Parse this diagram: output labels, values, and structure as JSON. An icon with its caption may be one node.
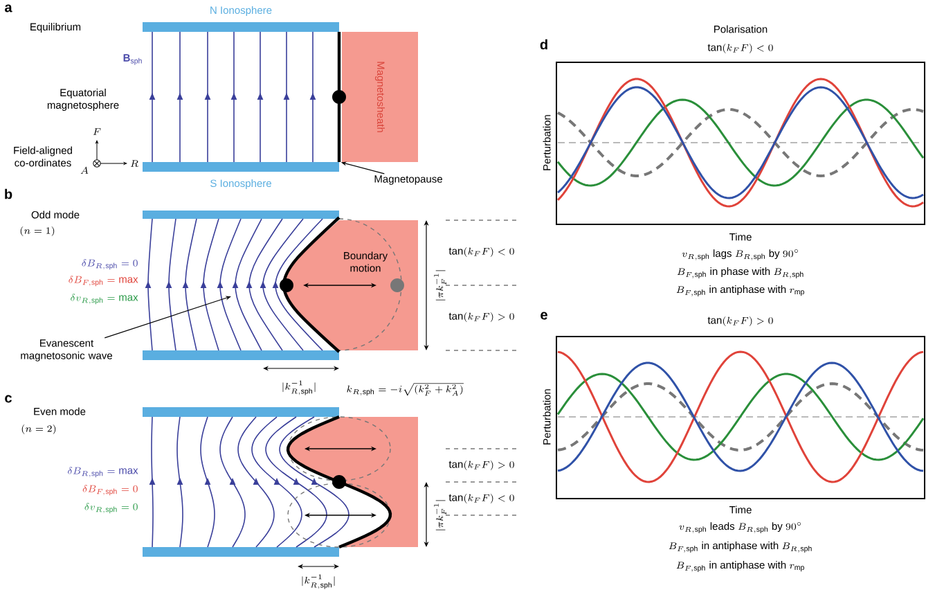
{
  "diagram": {
    "nodes": [
      {
        "text": [
          "N Ionosphere"
        ]
      },
      {
        "text": [
          "S Ionosphere"
        ]
      },
      {
        "text": [
          "Magnetosheath"
        ]
      },
      {
        "text": [
          "Magnetopause"
        ]
      },
      {
        "text": [],
        "shape": "bar"
      },
      {
        "text": [],
        "shape": "bar"
      },
      {
        "text": [
          "Boundary motion"
        ]
      },
      {
        "text": [
          "Evanescent magnetosonic wave"
        ]
      },
      {
        "text": [],
        "shape": "bar"
      },
      {
        "text": [],
        "shape": "bar"
      },
      {
        "text": [],
        "shape": "box"
      },
      {
        "text": [],
        "shape": "bar"
      }
    ],
    "edges": [
      {
        "from": 3,
        "to": 11,
        "arrow": "to"
      },
      {
        "from": 7,
        "to": null,
        "arrow": "to"
      }
    ],
    "labels": [
      "a",
      "Equilibrium",
      "\\mathbf{B}_{\\mathrm{sph}}",
      "Equatorial magnetosphere",
      "F",
      "A",
      "R",
      "Field-aligned co-ordinates",
      "b",
      "Odd mode",
      "(n=1)",
      "\\delta B_{R,\\mathrm{sph}} = 0",
      "\\delta B_{F,\\mathrm{sph}} = \\mathrm{max}",
      "\\delta v_{R,\\mathrm{sph}} = \\mathrm{max}",
      "|\\pi k_F^{-1}|",
      "\\tan(k_F F) < 0",
      "\\tan(k_F F) > 0",
      "|k_{R,\\mathrm{sph}}^{-1}|",
      "k_{R,\\mathrm{sph}} = -i\\sqrt{(k_F^{2} + k_A^{2})}",
      "c",
      "Even mode",
      "(n=2)",
      "\\delta B_{R,\\mathrm{sph}} = \\mathrm{max}",
      "\\delta B_{F,\\mathrm{sph}} = 0",
      "\\delta v_{R,\\mathrm{sph}} = 0",
      "\\tan(k_F F) > 0",
      "\\tan(k_F F) < 0",
      "|\\pi k_F^{-1}|",
      "|k_{R,\\mathrm{sph}}^{-1}|",
      "d",
      "Polarisation",
      "\\tan(k_F F) < 0",
      "Perturbation",
      "Time",
      "v_{R,\\mathrm{sph}}\\text{ lags }B_{R,\\mathrm{sph}}\\text{ by }90^{\\circ}",
      "B_{F,\\mathrm{sph}}\\text{ in phase with }B_{R,\\mathrm{sph}}",
      "B_{F,\\mathrm{sph}}\\text{ in antiphase with }r_{\\mathrm{mp}}",
      "e",
      "\\tan(k_F F) > 0",
      "Perturbation",
      "Time",
      "v_{R,\\mathrm{sph}}\\text{ leads }B_{R,\\mathrm{sph}}\\text{ by }90^{\\circ}",
      "B_{F,\\mathrm{sph}}\\text{ in antiphase with }B_{R,\\mathrm{sph}}",
      "B_{F,\\mathrm{sph}}\\text{ in antiphase with }r_{\\mathrm{mp}}"
    ]
  }
}
